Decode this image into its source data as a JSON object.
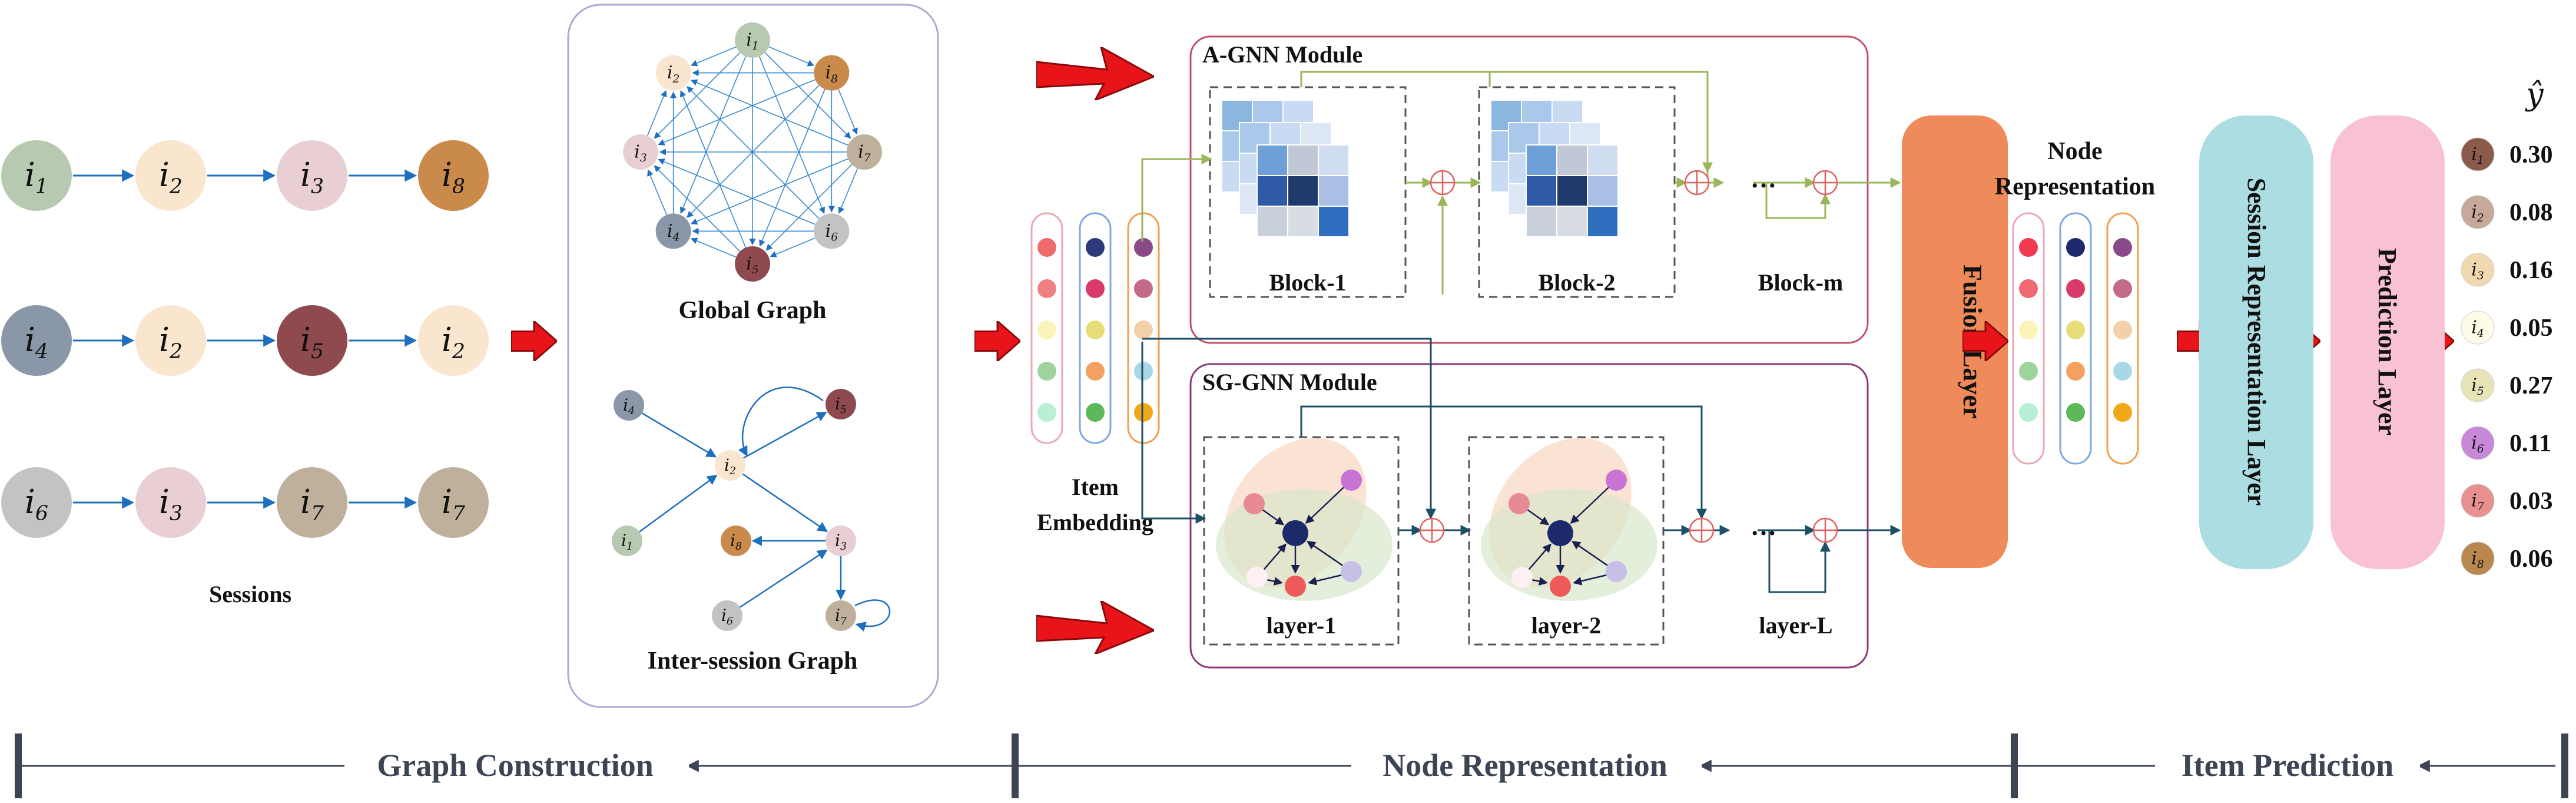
{
  "sessions": {
    "label": "Sessions",
    "rows": [
      [
        {
          "t": "i",
          "s": "1",
          "c": "#b7c9b1"
        },
        {
          "t": "i",
          "s": "2",
          "c": "#fae6cf"
        },
        {
          "t": "i",
          "s": "3",
          "c": "#e9cfd3"
        },
        {
          "t": "i",
          "s": "8",
          "c": "#c98a4b"
        }
      ],
      [
        {
          "t": "i",
          "s": "4",
          "c": "#8a97a8"
        },
        {
          "t": "i",
          "s": "2",
          "c": "#fae6cf"
        },
        {
          "t": "i",
          "s": "5",
          "c": "#8e4a4e"
        },
        {
          "t": "i",
          "s": "2",
          "c": "#fae6cf"
        }
      ],
      [
        {
          "t": "i",
          "s": "6",
          "c": "#c3c3c3"
        },
        {
          "t": "i",
          "s": "3",
          "c": "#e9cfd3"
        },
        {
          "t": "i",
          "s": "7",
          "c": "#bfb09c"
        },
        {
          "t": "i",
          "s": "7",
          "c": "#bfb09c"
        }
      ]
    ]
  },
  "graphs": {
    "global_label": "Global Graph",
    "inter_label": "Inter-session Graph",
    "global_nodes": [
      {
        "s": "1",
        "c": "#b7c9b1"
      },
      {
        "s": "8",
        "c": "#c98a4b"
      },
      {
        "s": "7",
        "c": "#bfb09c"
      },
      {
        "s": "6",
        "c": "#c3c3c3"
      },
      {
        "s": "5",
        "c": "#8e4a4e"
      },
      {
        "s": "4",
        "c": "#8a97a8"
      },
      {
        "s": "3",
        "c": "#e9cfd3"
      },
      {
        "s": "2",
        "c": "#fae6cf"
      }
    ],
    "inter_nodes": [
      {
        "s": "4",
        "c": "#8a97a8"
      },
      {
        "s": "5",
        "c": "#8e4a4e"
      },
      {
        "s": "2",
        "c": "#fae6cf"
      },
      {
        "s": "1",
        "c": "#b7c9b1"
      },
      {
        "s": "8",
        "c": "#c98a4b"
      },
      {
        "s": "3",
        "c": "#e9cfd3"
      },
      {
        "s": "6",
        "c": "#c3c3c3"
      },
      {
        "s": "7",
        "c": "#bfb09c"
      }
    ]
  },
  "embedding": {
    "label_line1": "Item",
    "label_line2": "Embedding",
    "columns": [
      {
        "border": "#e9a8b4",
        "dots": [
          "#ef6a6a",
          "#ef8080",
          "#fdf3b8",
          "#9ed49c",
          "#b7f0d4"
        ]
      },
      {
        "border": "#7fa8e0",
        "dots": [
          "#2c3a7c",
          "#d93a6a",
          "#e6dc78",
          "#f4a060",
          "#5db85a"
        ]
      },
      {
        "border": "#f0a050",
        "dots": [
          "#8a4a8a",
          "#c46a8a",
          "#f4d0a8",
          "#a8d8e8",
          "#f0a818"
        ]
      }
    ]
  },
  "agnn": {
    "title": "A-GNN Module",
    "block1": "Block-1",
    "block2": "Block-2",
    "blockm": "Block-m",
    "ellipsis": "…"
  },
  "sggnn": {
    "title": "SG-GNN Module",
    "layer1": "layer-1",
    "layer2": "layer-2",
    "layerL": "layer-L",
    "ellipsis": "…"
  },
  "fusion": {
    "label": "Fusion Layer",
    "color": "#ef8a5a"
  },
  "node_rep": {
    "label_line1": "Node",
    "label_line2": "Representation",
    "columns": [
      {
        "border": "#e9a8b4",
        "dots": [
          "#ef3a52",
          "#ef6a72",
          "#fdf3b8",
          "#9ed49c",
          "#b7f0d4"
        ]
      },
      {
        "border": "#7fa8e0",
        "dots": [
          "#1c2a6c",
          "#d93a6a",
          "#e6dc78",
          "#f4a060",
          "#5db85a"
        ]
      },
      {
        "border": "#f0a050",
        "dots": [
          "#8a4a8a",
          "#c46a8a",
          "#f4d0a8",
          "#a8d8e8",
          "#f0a818"
        ]
      }
    ]
  },
  "session_layer": {
    "label": "Session Representation Layer",
    "color": "#abdde3"
  },
  "prediction_layer": {
    "label": "Prediction Layer",
    "color": "#f9c2d3"
  },
  "output": {
    "header": "ŷ",
    "items": [
      {
        "s": "1",
        "c": "#8a5a4a",
        "score": "0.30"
      },
      {
        "s": "2",
        "c": "#c8a898",
        "score": "0.08"
      },
      {
        "s": "3",
        "c": "#f0d8b0",
        "score": "0.16"
      },
      {
        "s": "4",
        "c": "#fefbe8",
        "score": "0.05"
      },
      {
        "s": "5",
        "c": "#e8e4b8",
        "score": "0.27"
      },
      {
        "s": "6",
        "c": "#c888d8",
        "score": "0.11"
      },
      {
        "s": "7",
        "c": "#e89090",
        "score": "0.03"
      },
      {
        "s": "8",
        "c": "#b88850",
        "score": "0.06"
      }
    ]
  },
  "phases": {
    "graph_construction": "Graph Construction",
    "node_representation": "Node Representation",
    "item_prediction": "Item Prediction"
  },
  "colors": {
    "arrow_blue": "#1f6fbf",
    "red_arrow": "#e8141a",
    "dark_teal": "#1d4f66",
    "olive": "#9ab55a",
    "agnn_border": "#c0506a",
    "sggnn_border": "#8a3a7a",
    "panel_border": "#b0a8d0"
  }
}
